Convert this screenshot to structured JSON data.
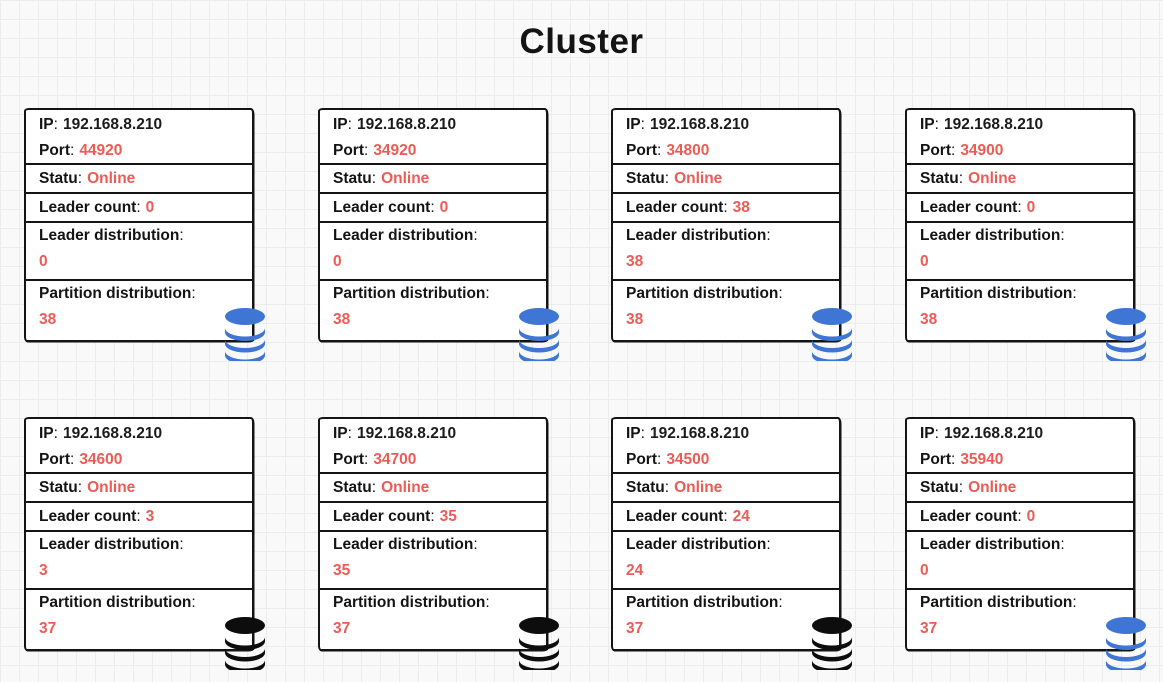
{
  "title": "Cluster",
  "separator": ":",
  "labels": {
    "ip": "IP",
    "port": "Port",
    "status": "Statu",
    "leader_count": "Leader count",
    "leader_distribution": "Leader distribution",
    "partition_distribution": "Partition distribution"
  },
  "colors": {
    "accent_red": "#ec5b55",
    "ink": "#141414",
    "db_blue": "#3f76d5",
    "db_black": "#0d0d0d",
    "page_bg": "#f9f9f9",
    "grid_line": "#ececec",
    "card_bg": "#ffffff"
  },
  "icons": {
    "database": "database-cylinder-icon"
  },
  "nodes": [
    {
      "ip": "192.168.8.210",
      "port": "44920",
      "status": "Online",
      "leader_count": "0",
      "leader_distribution": "0",
      "partition_distribution": "38",
      "db_color": "#3f76d5"
    },
    {
      "ip": "192.168.8.210",
      "port": "34920",
      "status": "Online",
      "leader_count": "0",
      "leader_distribution": "0",
      "partition_distribution": "38",
      "db_color": "#3f76d5"
    },
    {
      "ip": "192.168.8.210",
      "port": "34800",
      "status": "Online",
      "leader_count": "38",
      "leader_distribution": "38",
      "partition_distribution": "38",
      "db_color": "#3f76d5"
    },
    {
      "ip": "192.168.8.210",
      "port": "34900",
      "status": "Online",
      "leader_count": "0",
      "leader_distribution": "0",
      "partition_distribution": "38",
      "db_color": "#3f76d5"
    },
    {
      "ip": "192.168.8.210",
      "port": "34600",
      "status": "Online",
      "leader_count": "3",
      "leader_distribution": "3",
      "partition_distribution": "37",
      "db_color": "#0d0d0d"
    },
    {
      "ip": "192.168.8.210",
      "port": "34700",
      "status": "Online",
      "leader_count": "35",
      "leader_distribution": "35",
      "partition_distribution": "37",
      "db_color": "#0d0d0d"
    },
    {
      "ip": "192.168.8.210",
      "port": "34500",
      "status": "Online",
      "leader_count": "24",
      "leader_distribution": "24",
      "partition_distribution": "37",
      "db_color": "#0d0d0d"
    },
    {
      "ip": "192.168.8.210",
      "port": "35940",
      "status": "Online",
      "leader_count": "0",
      "leader_distribution": "0",
      "partition_distribution": "37",
      "db_color": "#3f76d5"
    }
  ],
  "layout_positions": {
    "note": "node cards arranged 2 rows x 4 columns"
  }
}
